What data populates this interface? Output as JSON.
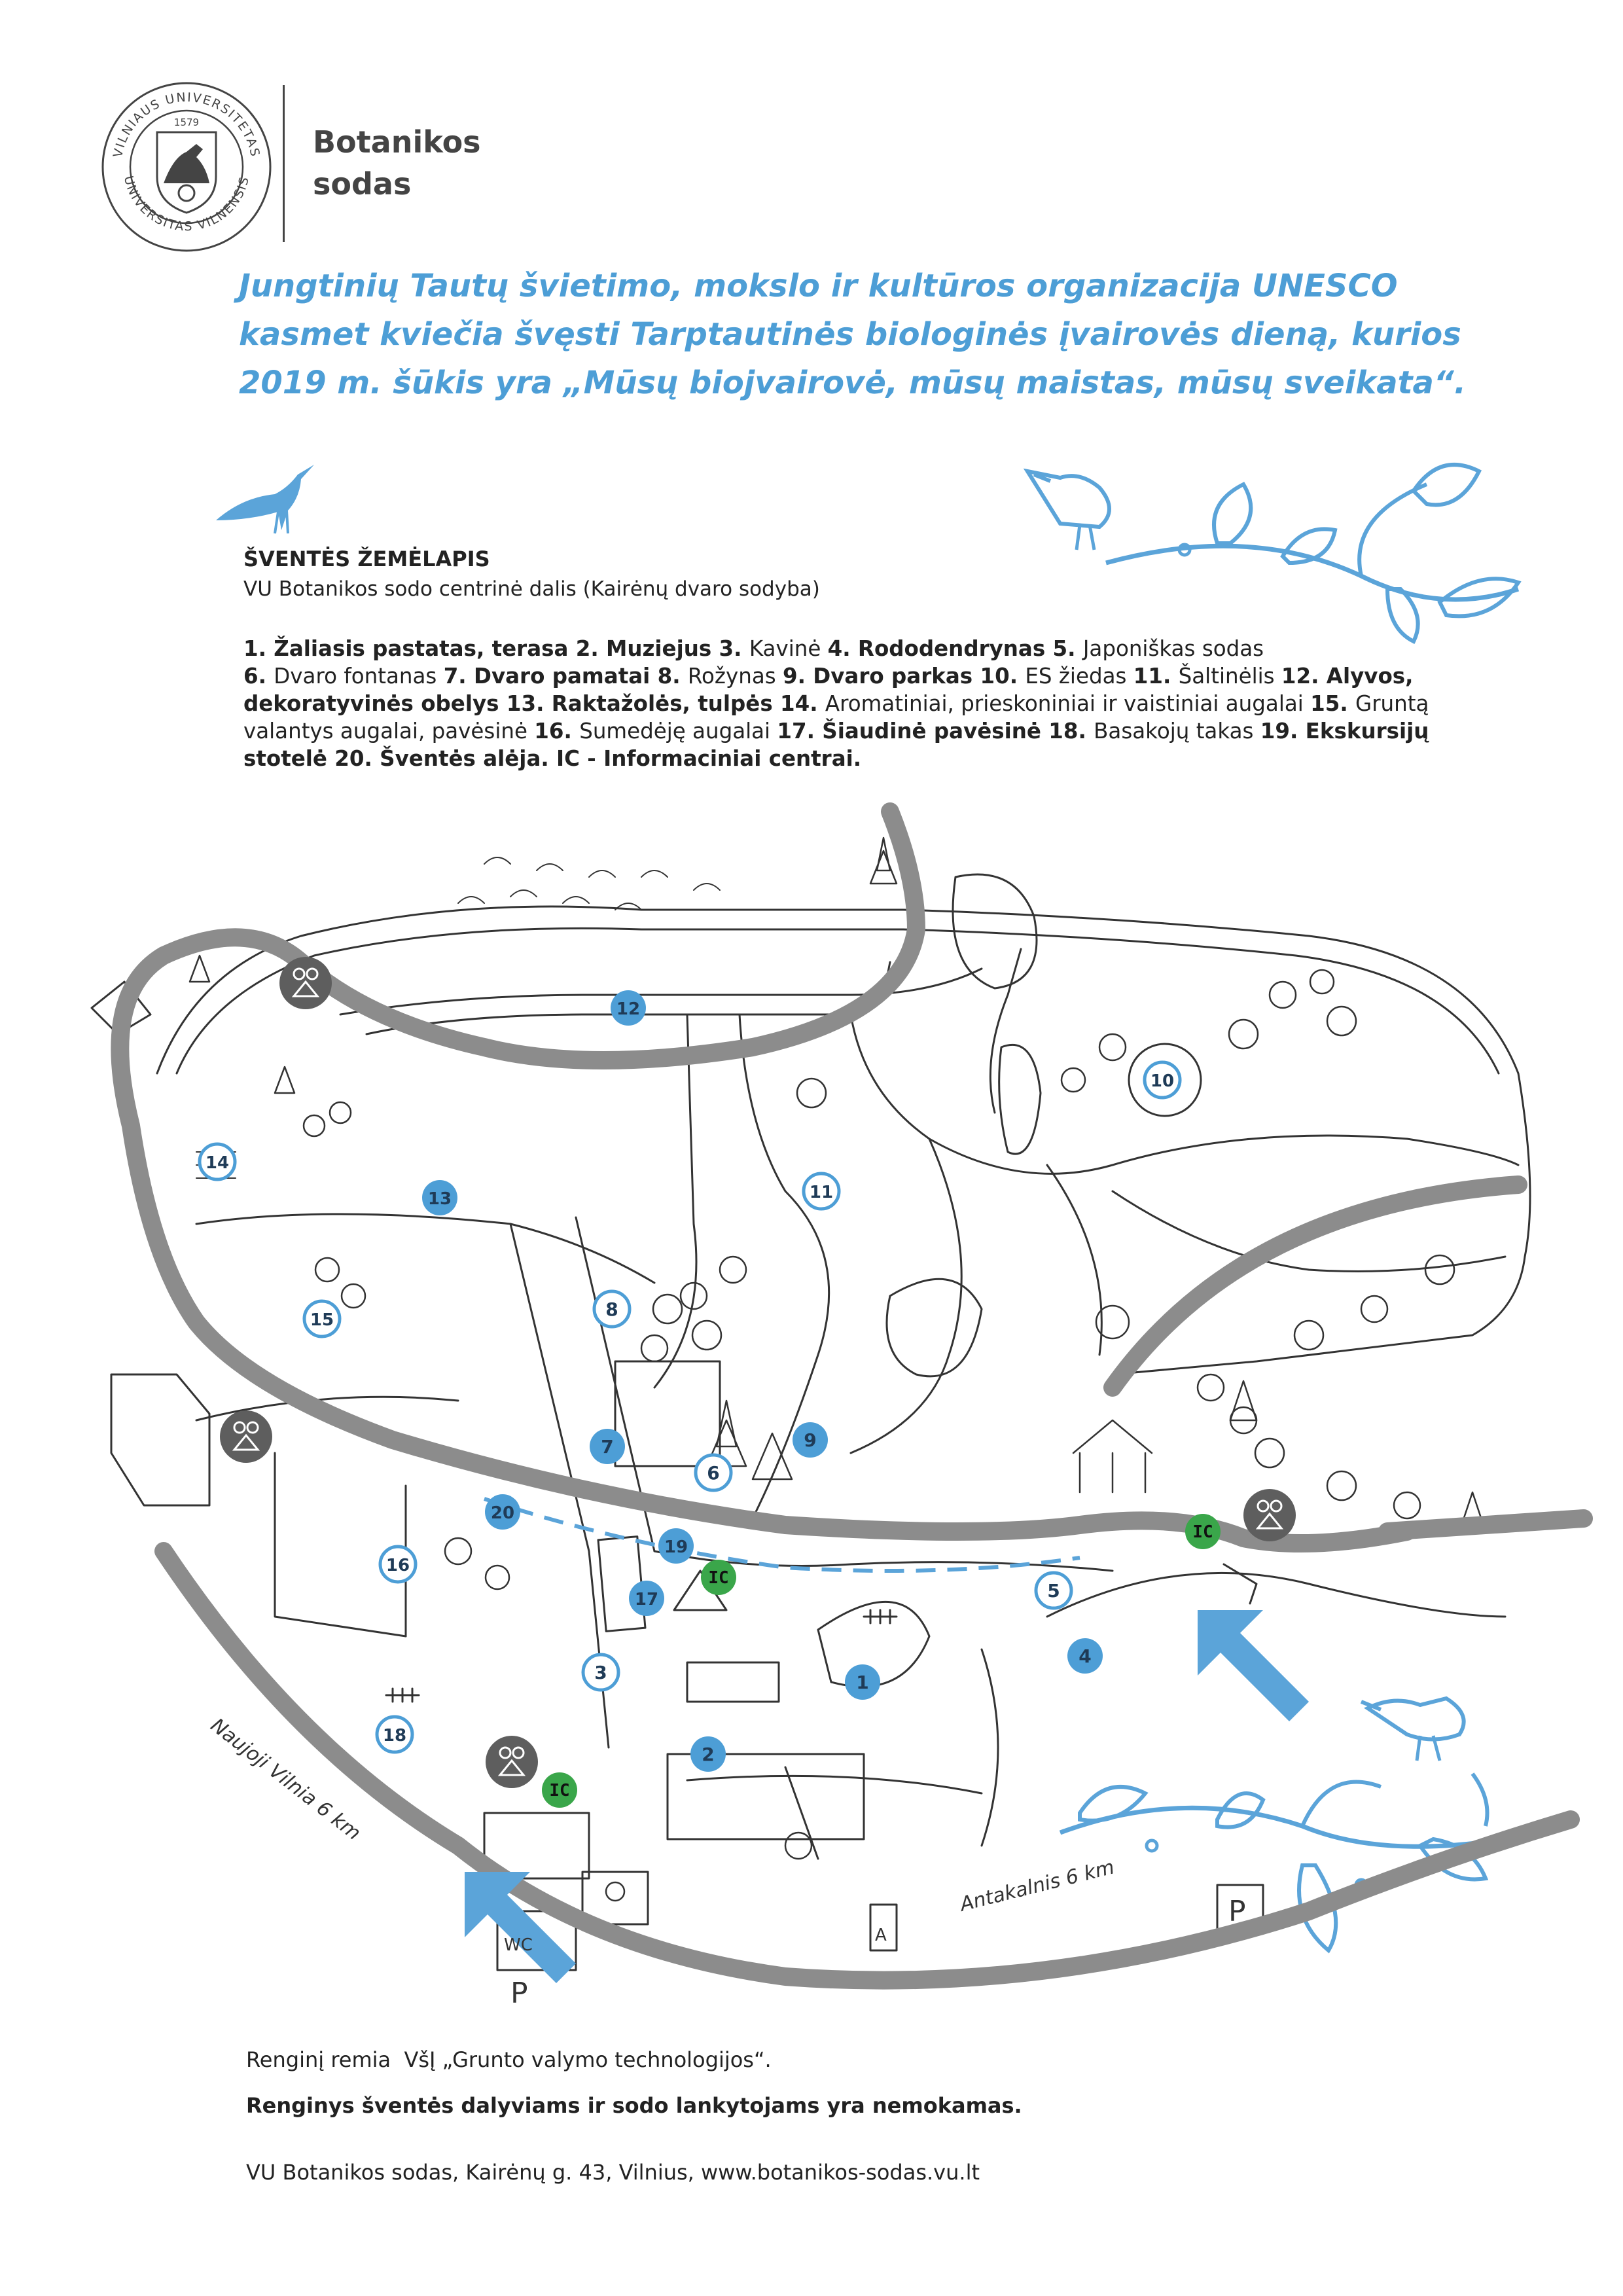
{
  "header": {
    "seal_text_top": "VILNIAUS UNIVERSITETAS",
    "seal_year": "1579",
    "seal_text_bottom": "UNIVERSITAS VILNENSIS",
    "org_line1": "Botanikos",
    "org_line2": "sodas"
  },
  "intro": {
    "line1": "Jungtinių Tautų švietimo, mokslo ir kultūros organizacija UNESCO",
    "line2": "kasmet kviečia švęsti Tarptautinės biologinės įvairovės dieną, kurios",
    "line3": "2019 m. šūkis yra „Mūsų biojvairovė, mūsų maistas, mūsų sveikata“."
  },
  "map_section": {
    "title": "ŠVENTĖS ŽEMĖLAPIS",
    "subtitle": "VU Botanikos sodo centrinė dalis (Kairėnų dvaro sodyba)"
  },
  "legend_lines": [
    [
      {
        "t": "1. Žaliasis pastatas, terasa ",
        "b": true
      },
      {
        "t": "2. Muziejus ",
        "b": true
      },
      {
        "t": "3. ",
        "b": true
      },
      {
        "t": "Kavinė ",
        "b": false
      },
      {
        "t": "4. Rododendrynas ",
        "b": true
      },
      {
        "t": "5. ",
        "b": true
      },
      {
        "t": "Japoniškas sodas",
        "b": false
      }
    ],
    [
      {
        "t": "6. ",
        "b": true
      },
      {
        "t": "Dvaro fontanas ",
        "b": false
      },
      {
        "t": "7. Dvaro pamatai ",
        "b": true
      },
      {
        "t": "8. ",
        "b": true
      },
      {
        "t": "Rožynas ",
        "b": false
      },
      {
        "t": "9. Dvaro parkas ",
        "b": true
      },
      {
        "t": "10. ",
        "b": true
      },
      {
        "t": "ES žiedas ",
        "b": false
      },
      {
        "t": "11. ",
        "b": true
      },
      {
        "t": "Šaltinėlis ",
        "b": false
      },
      {
        "t": "12. Alyvos,",
        "b": true
      }
    ],
    [
      {
        "t": "dekoratyvinės obelys ",
        "b": true
      },
      {
        "t": "13. Raktažolės, tulpės ",
        "b": true
      },
      {
        "t": "14. ",
        "b": true
      },
      {
        "t": "Aromatiniai, prieskoniniai ir vaistiniai augalai ",
        "b": false
      },
      {
        "t": "15. ",
        "b": true
      },
      {
        "t": "Gruntą",
        "b": false
      }
    ],
    [
      {
        "t": "valantys augalai, pavėsinė ",
        "b": false
      },
      {
        "t": "16. ",
        "b": true
      },
      {
        "t": "Sumedėję augalai ",
        "b": false
      },
      {
        "t": "17. Šiaudinė pavėsinė ",
        "b": true
      },
      {
        "t": "18. ",
        "b": true
      },
      {
        "t": "Basakojų takas ",
        "b": false
      },
      {
        "t": "19. Ekskursijų",
        "b": true
      }
    ],
    [
      {
        "t": "stotelė ",
        "b": true
      },
      {
        "t": "20. Šventės alėja. ",
        "b": true
      },
      {
        "t": "IC - Informaciniai centrai.",
        "b": true
      }
    ]
  ],
  "map": {
    "colors": {
      "blue_marker": "#4d9ed6",
      "green_marker": "#3aa64a",
      "gray_marker": "#5e5e5e",
      "road": "#8c8c8c",
      "ink": "#333333",
      "accent": "#5ba4d9"
    },
    "markers": [
      {
        "label": "1",
        "style": "filled"
      },
      {
        "label": "2",
        "style": "filled"
      },
      {
        "label": "3",
        "style": "outline"
      },
      {
        "label": "4",
        "style": "filled"
      },
      {
        "label": "5",
        "style": "outline"
      },
      {
        "label": "6",
        "style": "outline"
      },
      {
        "label": "7",
        "style": "filled"
      },
      {
        "label": "8",
        "style": "outline"
      },
      {
        "label": "9",
        "style": "filled"
      },
      {
        "label": "10",
        "style": "outline"
      },
      {
        "label": "11",
        "style": "outline"
      },
      {
        "label": "12",
        "style": "filled"
      },
      {
        "label": "13",
        "style": "filled"
      },
      {
        "label": "14",
        "style": "outline"
      },
      {
        "label": "15",
        "style": "outline"
      },
      {
        "label": "16",
        "style": "outline"
      },
      {
        "label": "17",
        "style": "filled"
      },
      {
        "label": "18",
        "style": "outline"
      },
      {
        "label": "19",
        "style": "filled"
      },
      {
        "label": "20",
        "style": "filled"
      }
    ],
    "info_centers": [
      "IC",
      "IC",
      "IC"
    ],
    "excursion_stop_icons": 4,
    "road_labels": [
      {
        "text": "Naujoji Vilnia 6 km"
      },
      {
        "text": "Antakalnis 6 km"
      }
    ],
    "facility_labels": [
      "WC",
      "P",
      "P",
      "A"
    ],
    "entrance_arrows": 2
  },
  "footer": {
    "sponsor": "Renginį remia  VšĮ „Grunto valymo technologijos“.",
    "free_note": "Renginys šventės dalyviams ir sodo lankytojams yra nemokamas.",
    "address": "VU Botanikos sodas, Kairėnų g. 43, Vilnius, www.botanikos-sodas.vu.lt"
  }
}
